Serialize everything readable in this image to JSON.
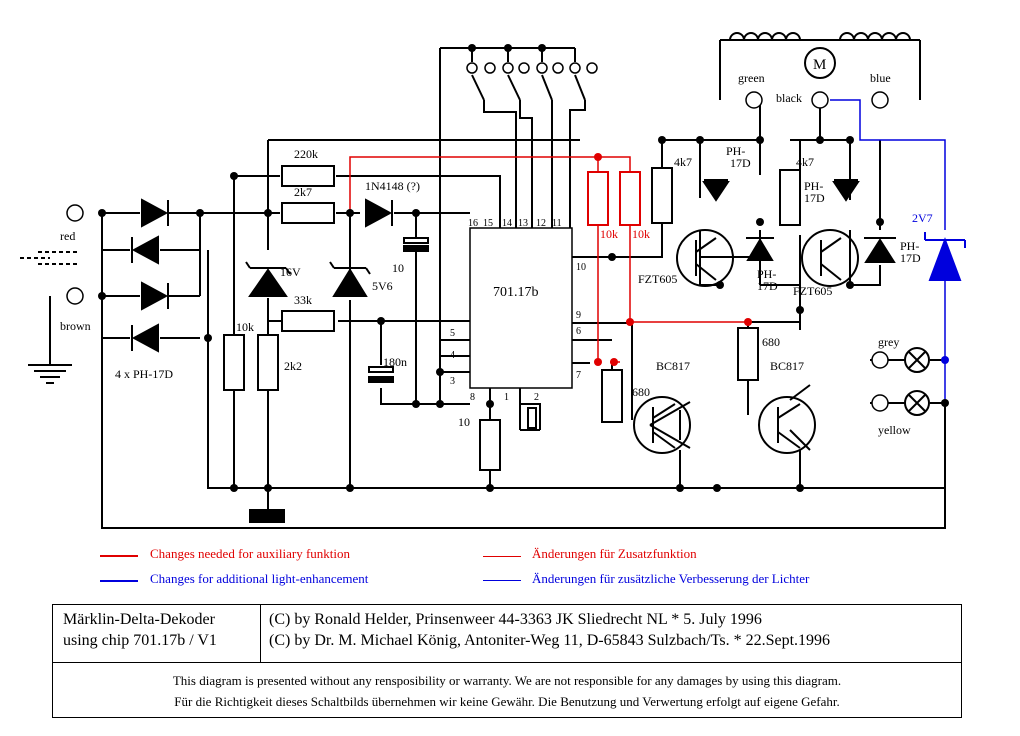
{
  "colors": {
    "wire": "#000000",
    "aux": "#e00000",
    "light": "#0000dd"
  },
  "labels": {
    "red": "red",
    "brown": "brown",
    "diodes": "4 x PH-17D",
    "r220k": "220k",
    "r2k7": "2k7",
    "d1n4148": "1N4148 (?)",
    "z16v": "16V",
    "z5v6": "5V6",
    "r33k": "33k",
    "r10k": "10k",
    "r2k2": "2k2",
    "c10": "10",
    "c180n": "180n",
    "r10": "10",
    "chip": "701.17b",
    "pin16": "16",
    "pin15": "15",
    "pin14": "14",
    "pin13": "13",
    "pin12": "12",
    "pin11": "11",
    "pin10": "10",
    "pin9": "9",
    "pin6": "6",
    "pin7": "7",
    "pin5": "5",
    "pin4": "4",
    "pin3": "3",
    "pin8": "8",
    "pin1": "1",
    "pin2": "2",
    "r10k_a": "10k",
    "r10k_b": "10k",
    "r4k7_a": "4k7",
    "r4k7_b": "4k7",
    "ph17d_a1": "PH-",
    "ph17d_a2": "17D",
    "ph17d_b1": "PH-",
    "ph17d_b2": "17D",
    "ph17d_c1": "PH-",
    "ph17d_c2": "17D",
    "ph17d_d1": "PH-",
    "ph17d_d2": "17D",
    "fzt_a": "FZT605",
    "fzt_b": "FZT605",
    "r680_a": "680",
    "r680_b": "680",
    "bc_a": "BC817",
    "bc_b": "BC817",
    "green": "green",
    "black": "black",
    "blue": "blue",
    "motor": "M",
    "z2v7": "2V7",
    "grey": "grey",
    "yellow": "yellow"
  },
  "legend": {
    "aux_en": "Changes needed for auxiliary funktion",
    "light_en": "Changes for additional light-enhancement",
    "aux_de": "Änderungen für Zusatzfunktion",
    "light_de": "Änderungen für zusätzliche Verbesserung der Lichter"
  },
  "titleblock": {
    "name1": "Märklin-Delta-Dekoder",
    "name2": "using chip 701.17b / V1",
    "credit1": "(C) by Ronald Helder, Prinsenweer 44-3363 JK Sliedrecht NL * 5. July 1996",
    "credit2": "(C) by Dr. M. Michael König, Antoniter-Weg 11, D-65843 Sulzbach/Ts. * 22.Sept.1996",
    "disclaimer_en": "This diagram is presented without any rensposibility or warranty. We are not responsible for any damages by using this diagram.",
    "disclaimer_de": "Für die Richtigkeit dieses Schaltbilds übernehmen wir keine Gewähr. Die Benutzung und Verwertung erfolgt auf eigene Gefahr."
  }
}
